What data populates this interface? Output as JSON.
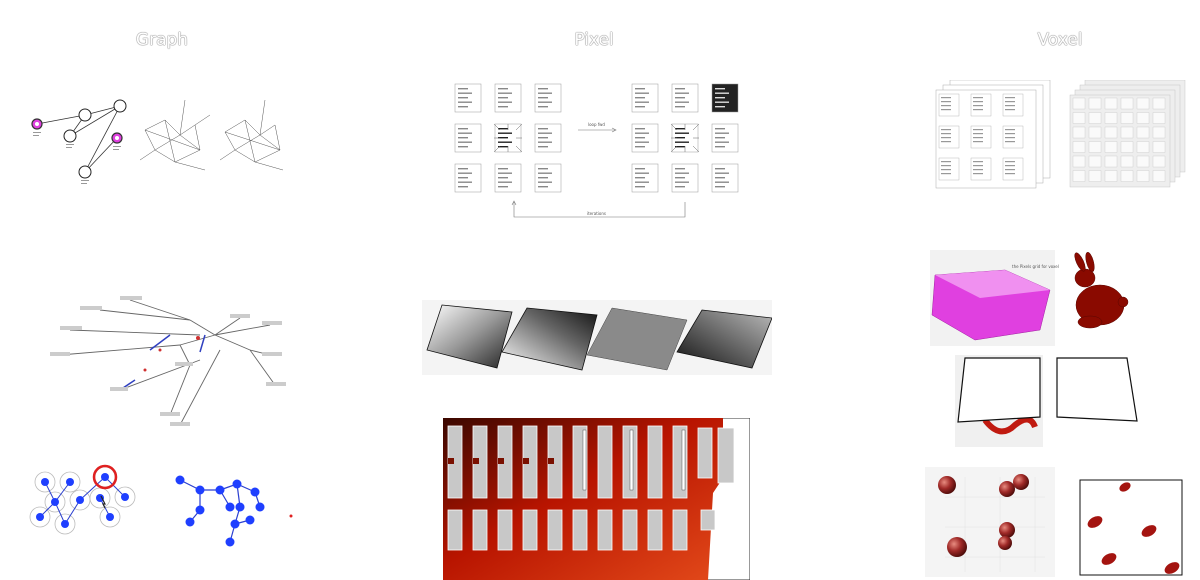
{
  "columns": {
    "graph": "Graph",
    "pixel": "Pixel",
    "voxel": "Voxel"
  },
  "pixel_diagram": {
    "edge_label": "loop fwd",
    "iterations_label": "iterations"
  },
  "voxel_panel": {
    "caption": "the Pixels grid for voxel"
  },
  "colors": {
    "node_pink": "#e040e0",
    "node_blue": "#1f3fff",
    "highlight_red": "#e02020",
    "map_red": "#b81400",
    "magenta": "#e040e0",
    "bunny": "#8a0a00",
    "sphere": "#a02a28"
  }
}
